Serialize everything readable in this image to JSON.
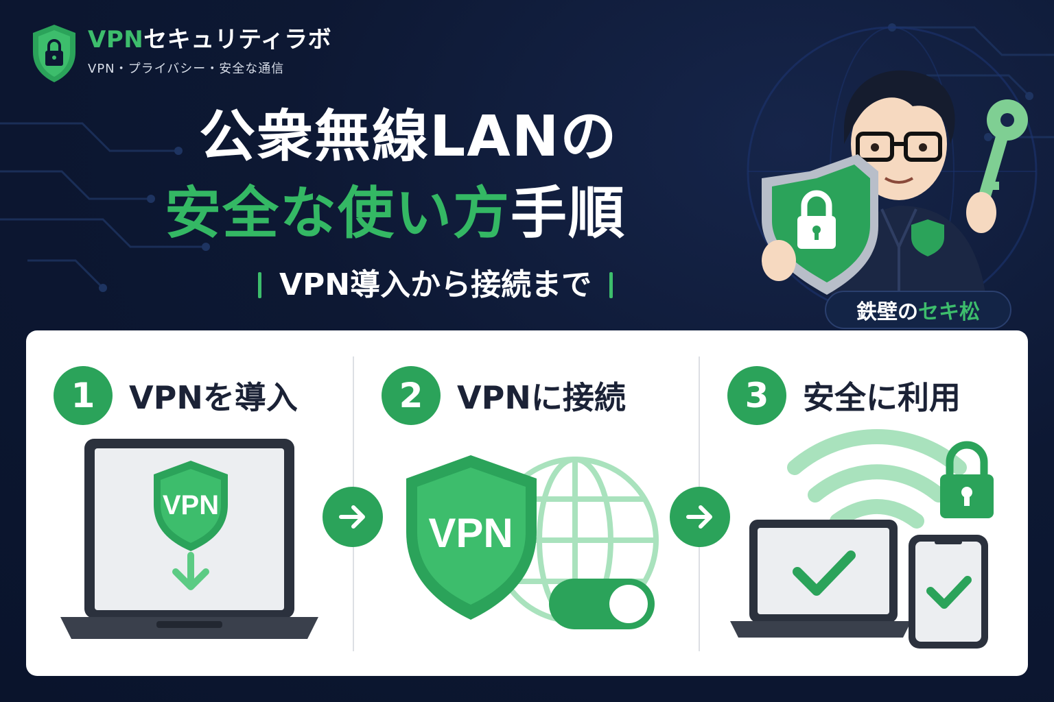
{
  "brand": {
    "name_accent": "VPN",
    "name_rest": "セキュリティラボ",
    "tagline": "VPN・プライバシー・安全な通信"
  },
  "hero": {
    "title_line1": "公衆無線LANの",
    "title_line2_green": "安全な使い方",
    "title_line2_white": "手順",
    "subtitle": "VPN導入から接続まで"
  },
  "character": {
    "name_white": "鉄壁の",
    "name_green": "セキ松"
  },
  "steps": [
    {
      "number": "1",
      "title": "VPNを導入",
      "shield_label": "VPN"
    },
    {
      "number": "2",
      "title": "VPNに接続",
      "shield_label": "VPN"
    },
    {
      "number": "3",
      "title": "安全に利用"
    }
  ],
  "colors": {
    "background": "#0d1833",
    "accent_green": "#2ba35a",
    "light_green": "#8fdcaa",
    "panel": "#ffffff",
    "dark_device": "#2b313d"
  }
}
